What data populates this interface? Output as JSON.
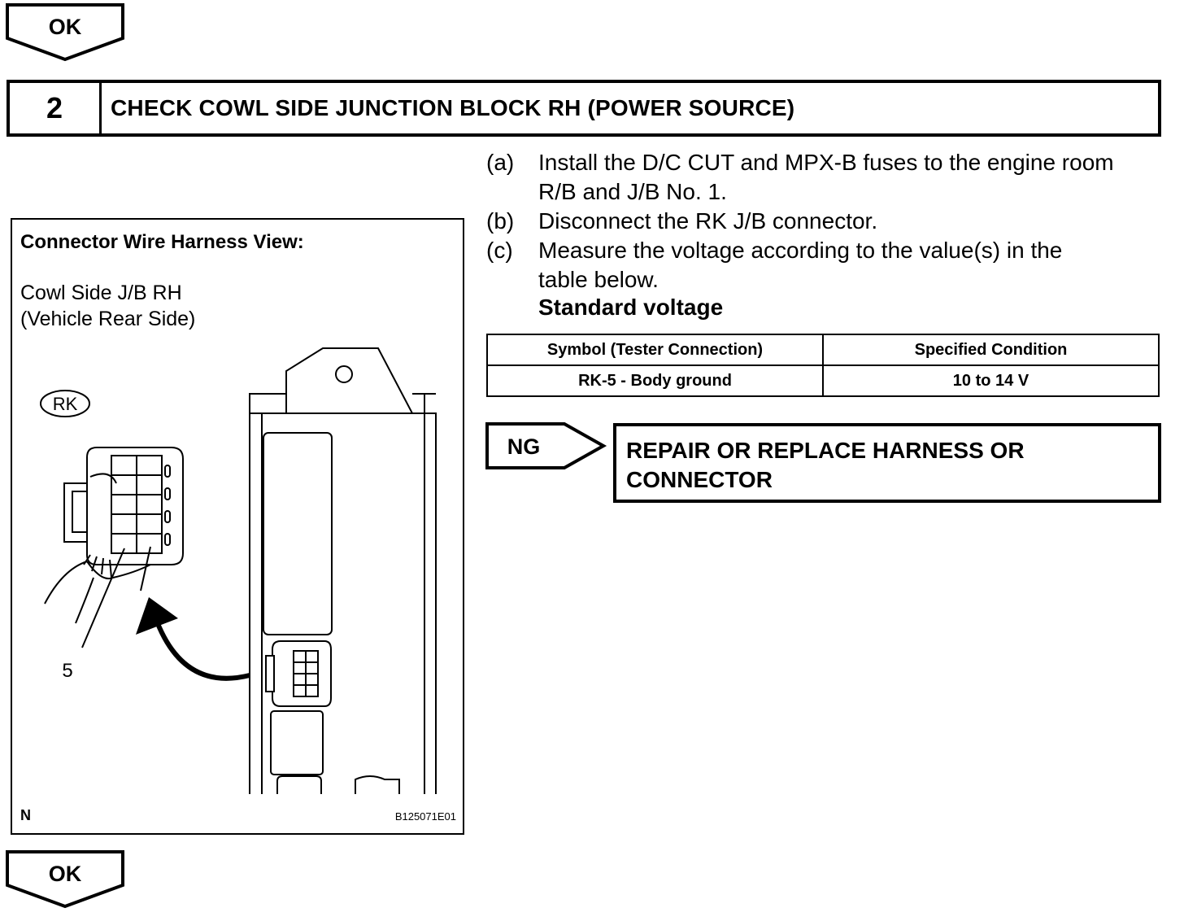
{
  "flow": {
    "top_label": "OK",
    "bottom_label": "OK",
    "ng_label": "NG"
  },
  "step": {
    "number": "2",
    "title": "CHECK COWL SIDE JUNCTION BLOCK RH (POWER SOURCE)"
  },
  "figure": {
    "title": "Connector Wire Harness View:",
    "line1": "Cowl Side J/B RH",
    "line2": "(Vehicle Rear Side)",
    "connector_label": "RK",
    "pin_label": "5",
    "corner_label": "N",
    "code": "B125071E01"
  },
  "instructions": [
    {
      "label": "(a)",
      "lines": [
        "Install the D/C CUT and MPX-B fuses to the engine room",
        "R/B and J/B No. 1."
      ]
    },
    {
      "label": "(b)",
      "lines": [
        "Disconnect the RK J/B connector."
      ]
    },
    {
      "label": "(c)",
      "lines": [
        "Measure the voltage according to the value(s) in the",
        "table below."
      ]
    }
  ],
  "standard_label": "Standard voltage",
  "table": {
    "headers": [
      "Symbol (Tester Connection)",
      "Specified Condition"
    ],
    "rows": [
      [
        "RK-5 - Body ground",
        "10 to 14 V"
      ]
    ]
  },
  "ng_result": {
    "line1": "REPAIR OR REPLACE HARNESS OR",
    "line2": "CONNECTOR"
  }
}
